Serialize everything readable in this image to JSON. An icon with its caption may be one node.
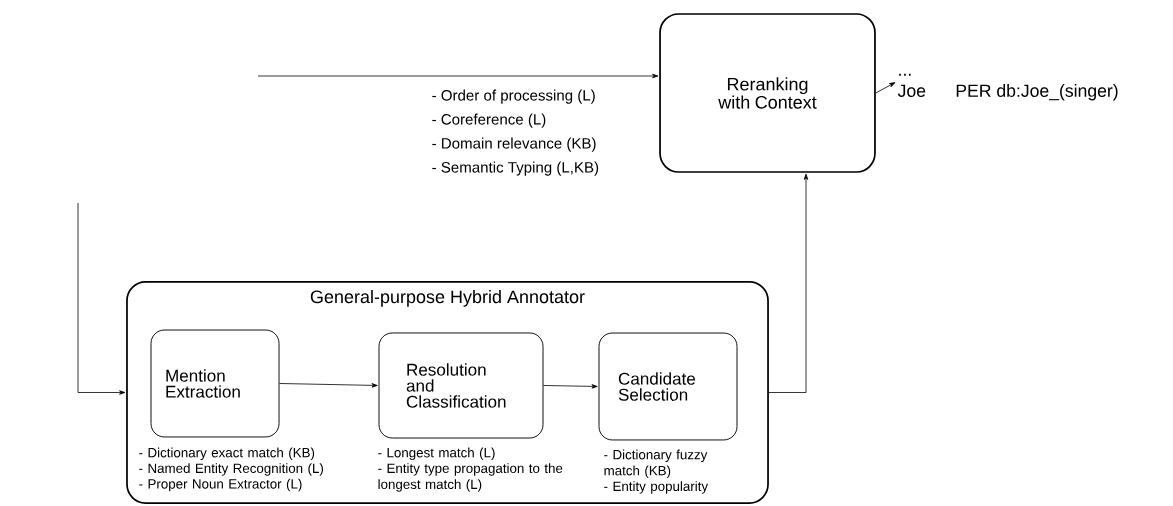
{
  "diagram": {
    "nodes": [
      {
        "text": [
          "Reranking with Context"
        ]
      },
      {
        "text": [
          "...",
          "Joe",
          "PER db:Joe_(singer)"
        ]
      },
      {
        "text": [
          "General-purpose Hybrid Annotator"
        ]
      },
      {
        "text": [
          "Mention Extraction"
        ],
        "in": 2,
        "beside": [
          "- Dictionary exact match (KB)",
          "- Named Entity Recognition (L)",
          "- Proper Noun Extractor (L)"
        ]
      },
      {
        "text": [
          "Resolution and Classification"
        ],
        "in": 2,
        "beside": [
          "- Longest match (L)",
          "- Entity type propagation to the longest match (L)"
        ]
      },
      {
        "text": [
          "Candidate Selection"
        ],
        "in": 2,
        "beside": [
          "- Dictionary fuzzy match (KB)",
          "- Entity popularity"
        ]
      }
    ],
    "edges": [
      {
        "from": null,
        "to": 0,
        "arrow": "to"
      },
      {
        "from": 0,
        "to": 1,
        "arrow": "to"
      },
      {
        "from": null,
        "to": 2,
        "arrow": "to"
      },
      {
        "from": 3,
        "to": 4,
        "arrow": "to"
      },
      {
        "from": 4,
        "to": 5,
        "arrow": "to"
      },
      {
        "from": 2,
        "to": 0,
        "arrow": "to"
      }
    ],
    "labels": [
      "- Order of processing (L)",
      "- Coreference (L)",
      "- Domain relevance (KB)",
      "- Semantic Typing (L,KB)"
    ]
  }
}
